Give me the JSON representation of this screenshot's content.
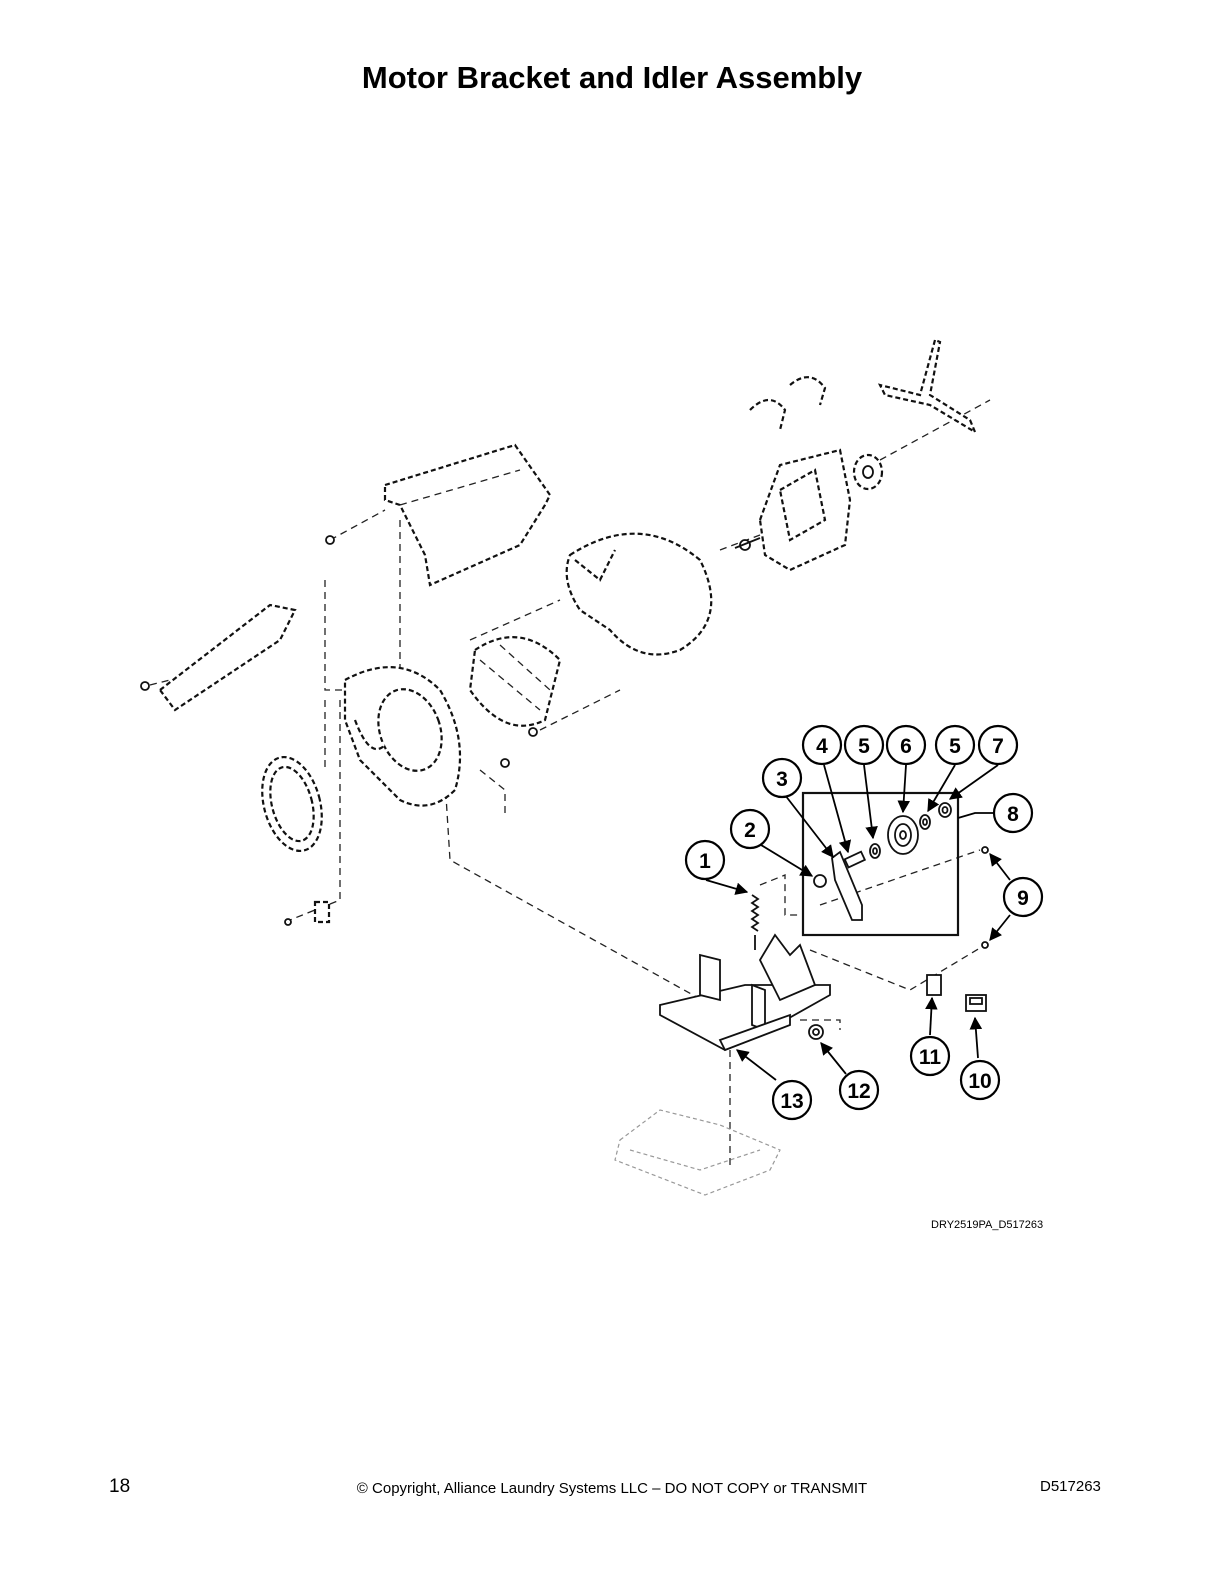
{
  "page": {
    "title": "Motor Bracket and Idler Assembly",
    "drawing_id": "DRY2519PA_D517263",
    "footer": {
      "page_number": "18",
      "copyright": "© Copyright, Alliance Laundry Systems LLC – DO NOT COPY or TRANSMIT",
      "document_number": "D517263"
    }
  },
  "callouts": [
    "1",
    "2",
    "3",
    "4",
    "5",
    "6",
    "5",
    "7",
    "8",
    "9",
    "10",
    "11",
    "12",
    "13"
  ]
}
